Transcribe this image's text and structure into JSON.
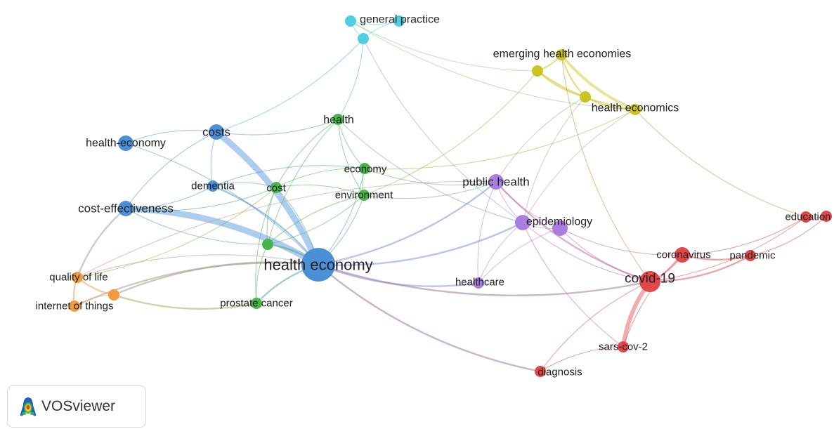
{
  "clusters": {
    "blue": "#4b8fd6",
    "green": "#47b54a",
    "yellow": "#c9c421",
    "purple": "#a97ee0",
    "red": "#e2474a",
    "orange": "#f19a3e",
    "cyan": "#4fcfe0"
  },
  "nodes": [
    {
      "id": "health-economy",
      "label": "health economy",
      "cluster": "blue",
      "weight": 5
    },
    {
      "id": "costs",
      "label": "costs",
      "cluster": "blue",
      "weight": 2
    },
    {
      "id": "health-economy-2",
      "label": "health-economy",
      "cluster": "blue",
      "weight": 2
    },
    {
      "id": "cost-effectiveness",
      "label": "cost-effectiveness",
      "cluster": "blue",
      "weight": 2
    },
    {
      "id": "dementia",
      "label": "dementia",
      "cluster": "blue",
      "weight": 1
    },
    {
      "id": "health",
      "label": "health",
      "cluster": "green",
      "weight": 1
    },
    {
      "id": "economy",
      "label": "economy",
      "cluster": "green",
      "weight": 1
    },
    {
      "id": "environment",
      "label": "environment",
      "cluster": "green",
      "weight": 1
    },
    {
      "id": "cost",
      "label": "cost",
      "cluster": "green",
      "weight": 1
    },
    {
      "id": "green-unlabeled",
      "label": "",
      "cluster": "green",
      "weight": 1
    },
    {
      "id": "prostate-cancer",
      "label": "prostate cancer",
      "cluster": "green",
      "weight": 1
    },
    {
      "id": "general-practice",
      "label": "general practice",
      "cluster": "cyan",
      "weight": 1
    },
    {
      "id": "cyan-b",
      "label": "",
      "cluster": "cyan",
      "weight": 1
    },
    {
      "id": "cyan-c",
      "label": "",
      "cluster": "cyan",
      "weight": 1
    },
    {
      "id": "emerging-health-economies",
      "label": "emerging health economies",
      "cluster": "yellow",
      "weight": 1
    },
    {
      "id": "yellow-b",
      "label": "",
      "cluster": "yellow",
      "weight": 1
    },
    {
      "id": "yellow-c",
      "label": "",
      "cluster": "yellow",
      "weight": 1
    },
    {
      "id": "health-economics",
      "label": "health economics",
      "cluster": "yellow",
      "weight": 1
    },
    {
      "id": "public-health",
      "label": "public health",
      "cluster": "purple",
      "weight": 2
    },
    {
      "id": "epidemiology",
      "label": "epidemiology",
      "cluster": "purple",
      "weight": 2
    },
    {
      "id": "purple-b",
      "label": "",
      "cluster": "purple",
      "weight": 2
    },
    {
      "id": "healthcare",
      "label": "healthcare",
      "cluster": "purple",
      "weight": 1
    },
    {
      "id": "covid-19",
      "label": "covid-19",
      "cluster": "red",
      "weight": 3
    },
    {
      "id": "coronavirus",
      "label": "coronavirus",
      "cluster": "red",
      "weight": 2
    },
    {
      "id": "pandemic",
      "label": "pandemic",
      "cluster": "red",
      "weight": 1
    },
    {
      "id": "education",
      "label": "education",
      "cluster": "red",
      "weight": 1
    },
    {
      "id": "red-b",
      "label": "",
      "cluster": "red",
      "weight": 1
    },
    {
      "id": "sars-cov-2",
      "label": "sars-cov-2",
      "cluster": "red",
      "weight": 1
    },
    {
      "id": "diagnosis",
      "label": "diagnosis",
      "cluster": "red",
      "weight": 1
    },
    {
      "id": "quality-of-life",
      "label": "quality of life",
      "cluster": "orange",
      "weight": 1
    },
    {
      "id": "internet-of-things",
      "label": "internet of things",
      "cluster": "orange",
      "weight": 1
    },
    {
      "id": "orange-b",
      "label": "",
      "cluster": "orange",
      "weight": 1
    }
  ],
  "links": [
    [
      "health-economy",
      "costs",
      5
    ],
    [
      "health-economy",
      "cost-effectiveness",
      5
    ],
    [
      "health-economy",
      "dementia",
      2
    ],
    [
      "health-economy",
      "green-unlabeled",
      2
    ],
    [
      "health-economy",
      "prostate-cancer",
      2
    ],
    [
      "health-economy",
      "orange-b",
      2
    ],
    [
      "health-economy",
      "internet-of-things",
      2
    ],
    [
      "health-economy",
      "quality-of-life",
      1
    ],
    [
      "health-economy",
      "public-health",
      2
    ],
    [
      "health-economy",
      "epidemiology",
      2
    ],
    [
      "health-economy",
      "healthcare",
      2
    ],
    [
      "health-economy",
      "covid-19",
      2
    ],
    [
      "health-economy",
      "diagnosis",
      2
    ],
    [
      "health-economy",
      "economy",
      1
    ],
    [
      "health-economy",
      "cost",
      1
    ],
    [
      "health-economy",
      "environment",
      1
    ],
    [
      "health-economy",
      "health-economy-2",
      1
    ],
    [
      "costs",
      "health-economy-2",
      1
    ],
    [
      "costs",
      "dementia",
      1
    ],
    [
      "costs",
      "cost-effectiveness",
      1
    ],
    [
      "costs",
      "cyan-c",
      1
    ],
    [
      "costs",
      "health",
      1
    ],
    [
      "cost-effectiveness",
      "dementia",
      1
    ],
    [
      "cost-effectiveness",
      "green-unlabeled",
      1
    ],
    [
      "cost-effectiveness",
      "quality-of-life",
      2
    ],
    [
      "cost-effectiveness",
      "cost",
      1
    ],
    [
      "health",
      "economy",
      1
    ],
    [
      "health",
      "environment",
      1
    ],
    [
      "health",
      "cost",
      1
    ],
    [
      "health",
      "green-unlabeled",
      1
    ],
    [
      "health",
      "cyan-c",
      1
    ],
    [
      "health",
      "epidemiology",
      1
    ],
    [
      "economy",
      "environment",
      1
    ],
    [
      "economy",
      "cost",
      1
    ],
    [
      "economy",
      "public-health",
      1
    ],
    [
      "economy",
      "dementia",
      1
    ],
    [
      "economy",
      "health-economics",
      1
    ],
    [
      "environment",
      "cost",
      1
    ],
    [
      "environment",
      "public-health",
      1
    ],
    [
      "environment",
      "green-unlabeled",
      1
    ],
    [
      "environment",
      "emerging-health-economies",
      1
    ],
    [
      "cost",
      "green-unlabeled",
      1
    ],
    [
      "cost",
      "prostate-cancer",
      1
    ],
    [
      "cost",
      "dementia",
      1
    ],
    [
      "green-unlabeled",
      "prostate-cancer",
      1
    ],
    [
      "green-unlabeled",
      "environment",
      1
    ],
    [
      "general-practice",
      "cyan-b",
      1
    ],
    [
      "cyan-b",
      "cyan-c",
      1
    ],
    [
      "general-practice",
      "cyan-c",
      1
    ],
    [
      "general-practice",
      "emerging-health-economies",
      1
    ],
    [
      "cyan-c",
      "epidemiology",
      1
    ],
    [
      "general-practice",
      "health-economics",
      1
    ],
    [
      "emerging-health-economies",
      "yellow-b",
      2
    ],
    [
      "emerging-health-economies",
      "yellow-c",
      2
    ],
    [
      "emerging-health-economies",
      "health-economics",
      2
    ],
    [
      "yellow-b",
      "yellow-c",
      2
    ],
    [
      "yellow-b",
      "health-economics",
      3
    ],
    [
      "yellow-c",
      "health-economics",
      2
    ],
    [
      "yellow-b",
      "covid-19",
      1
    ],
    [
      "yellow-c",
      "public-health",
      1
    ],
    [
      "yellow-c",
      "epidemiology",
      1
    ],
    [
      "health-economics",
      "education",
      1
    ],
    [
      "health-economics",
      "epidemiology",
      1
    ],
    [
      "public-health",
      "epidemiology",
      1
    ],
    [
      "public-health",
      "purple-b",
      1
    ],
    [
      "public-health",
      "covid-19",
      2
    ],
    [
      "public-health",
      "healthcare",
      1
    ],
    [
      "public-health",
      "quality-of-life",
      1
    ],
    [
      "epidemiology",
      "purple-b",
      1
    ],
    [
      "epidemiology",
      "covid-19",
      1
    ],
    [
      "epidemiology",
      "healthcare",
      1
    ],
    [
      "epidemiology",
      "sars-cov-2",
      1
    ],
    [
      "purple-b",
      "covid-19",
      1
    ],
    [
      "purple-b",
      "healthcare",
      1
    ],
    [
      "purple-b",
      "coronavirus",
      1
    ],
    [
      "covid-19",
      "coronavirus",
      2
    ],
    [
      "covid-19",
      "pandemic",
      2
    ],
    [
      "covid-19",
      "education",
      1
    ],
    [
      "covid-19",
      "sars-cov-2",
      4
    ],
    [
      "covid-19",
      "diagnosis",
      1
    ],
    [
      "coronavirus",
      "pandemic",
      2
    ],
    [
      "coronavirus",
      "sars-cov-2",
      1
    ],
    [
      "coronavirus",
      "education",
      1
    ],
    [
      "education",
      "red-b",
      1
    ],
    [
      "pandemic",
      "red-b",
      1
    ],
    [
      "sars-cov-2",
      "diagnosis",
      1
    ],
    [
      "quality-of-life",
      "internet-of-things",
      2
    ],
    [
      "quality-of-life",
      "orange-b",
      2
    ],
    [
      "orange-b",
      "internet-of-things",
      1
    ],
    [
      "orange-b",
      "prostate-cancer",
      2
    ],
    [
      "quality-of-life",
      "cost",
      1
    ]
  ],
  "brand": {
    "name": "VOSviewer",
    "logo_icon": "vosviewer-logo-icon"
  }
}
